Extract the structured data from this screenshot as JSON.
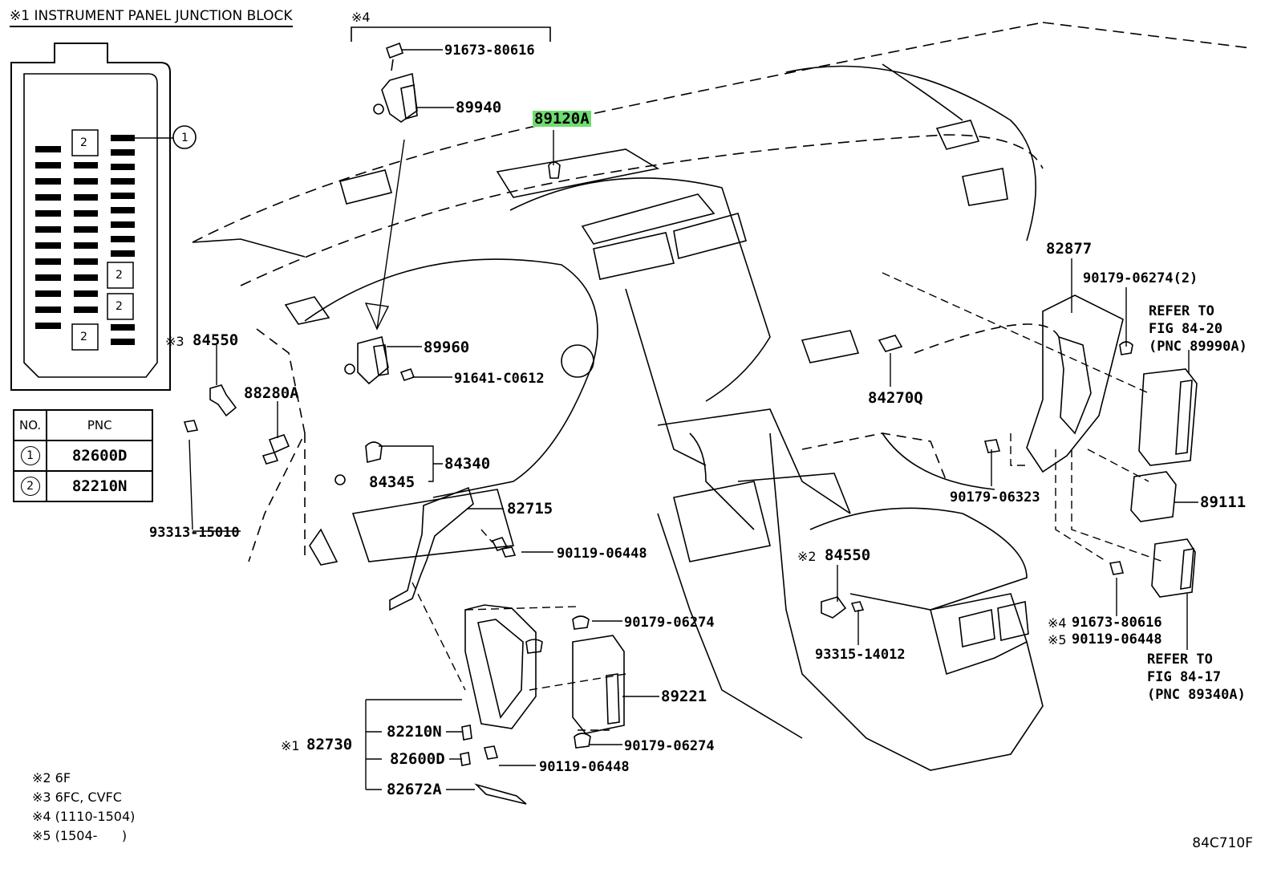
{
  "header": {
    "title": "※1 INSTRUMENT PANEL JUNCTION BLOCK",
    "note4_bracket": "※4"
  },
  "junction_block": {
    "callout_1": "1",
    "callout_2": "2"
  },
  "pnc_table": {
    "head": {
      "no": "NO.",
      "pnc": "PNC"
    },
    "rows": [
      {
        "no": "1",
        "pnc": "82600D"
      },
      {
        "no": "2",
        "pnc": "82210N"
      }
    ]
  },
  "parts": {
    "p91673_top": "91673-80616",
    "p89940": "89940",
    "p89120A": "89120A",
    "p84550_left_mark": "※3",
    "p84550_left": "84550",
    "p89960": "89960",
    "p88280A": "88280A",
    "p91641": "91641-C0612",
    "p84340": "84340",
    "p84345": "84345",
    "p93313": "93313-15010",
    "p82715": "82715",
    "p90119_mid": "90119-06448",
    "p90179_a": "90179-06274",
    "p89221": "89221",
    "p90179_b": "90179-06274",
    "p90119_low": "90119-06448",
    "p82730_mark": "※1",
    "p82730": "82730",
    "p82210N": "82210N",
    "p82600D": "82600D",
    "p82672A": "82672A",
    "p82877": "82877",
    "p90179_2": "90179-06274(2)",
    "refer1_l1": "REFER TO",
    "refer1_l2": "FIG 84-20",
    "refer1_l3": "(PNC 89990A)",
    "p84270Q": "84270Q",
    "p90179_06323": "90179-06323",
    "p89111": "89111",
    "p84550_right_mark": "※2",
    "p84550_right": "84550",
    "p93315": "93315-14012",
    "p91673_right_mark": "※4",
    "p91673_right": "91673-80616",
    "p90119_right_mark": "※5",
    "p90119_right": "90119-06448",
    "refer2_l1": "REFER TO",
    "refer2_l2": "FIG 84-17",
    "refer2_l3": "(PNC 89340A)"
  },
  "notes": [
    "※2 6F",
    "※3 6FC, CVFC",
    "※4 (1110-1504)",
    "※5 (1504-      )"
  ],
  "illustration_code": "84C710F",
  "colors": {
    "highlight": "#6fdc6f"
  }
}
